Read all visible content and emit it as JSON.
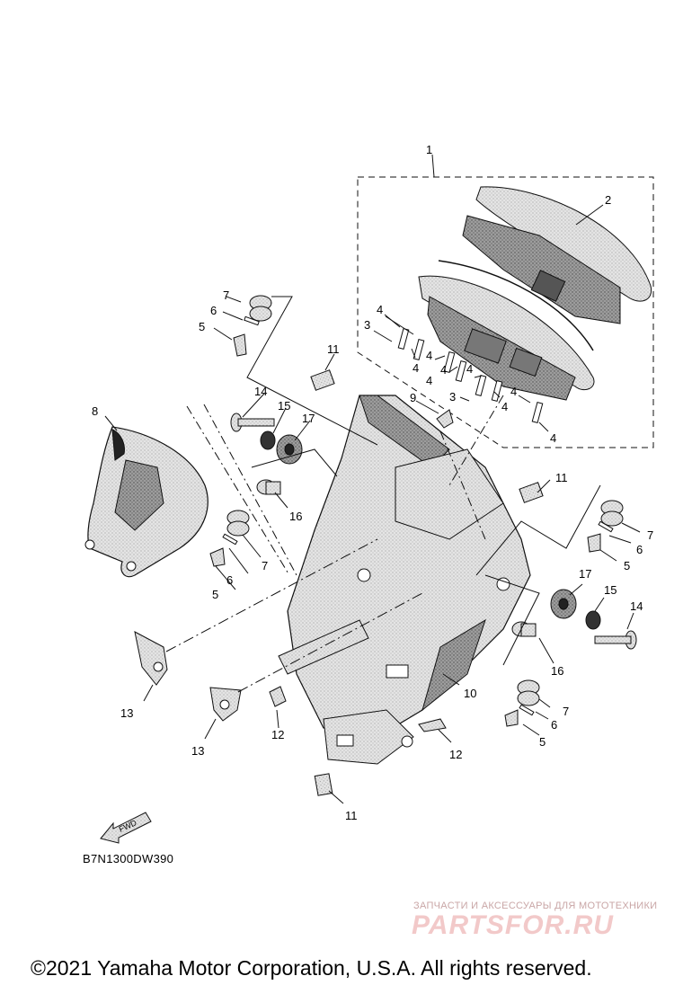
{
  "diagram": {
    "callouts": [
      {
        "id": "c1",
        "text": "1"
      },
      {
        "id": "c2",
        "text": "2"
      },
      {
        "id": "c3a",
        "text": "3"
      },
      {
        "id": "c3b",
        "text": "3"
      },
      {
        "id": "c4a",
        "text": "4"
      },
      {
        "id": "c4b",
        "text": "4"
      },
      {
        "id": "c4c",
        "text": "4"
      },
      {
        "id": "c4d",
        "text": "4"
      },
      {
        "id": "c4e",
        "text": "4"
      },
      {
        "id": "c4f",
        "text": "4"
      },
      {
        "id": "c4g",
        "text": "4"
      },
      {
        "id": "c4h",
        "text": "4"
      },
      {
        "id": "c4i",
        "text": "4"
      },
      {
        "id": "c5a",
        "text": "5"
      },
      {
        "id": "c5b",
        "text": "5"
      },
      {
        "id": "c5c",
        "text": "5"
      },
      {
        "id": "c5d",
        "text": "5"
      },
      {
        "id": "c6a",
        "text": "6"
      },
      {
        "id": "c6b",
        "text": "6"
      },
      {
        "id": "c6c",
        "text": "6"
      },
      {
        "id": "c6d",
        "text": "6"
      },
      {
        "id": "c7a",
        "text": "7"
      },
      {
        "id": "c7b",
        "text": "7"
      },
      {
        "id": "c7c",
        "text": "7"
      },
      {
        "id": "c7d",
        "text": "7"
      },
      {
        "id": "c8",
        "text": "8"
      },
      {
        "id": "c9",
        "text": "9"
      },
      {
        "id": "c10",
        "text": "10"
      },
      {
        "id": "c11a",
        "text": "11"
      },
      {
        "id": "c11b",
        "text": "11"
      },
      {
        "id": "c11c",
        "text": "11"
      },
      {
        "id": "c12a",
        "text": "12"
      },
      {
        "id": "c12b",
        "text": "12"
      },
      {
        "id": "c13a",
        "text": "13"
      },
      {
        "id": "c13b",
        "text": "13"
      },
      {
        "id": "c14a",
        "text": "14"
      },
      {
        "id": "c14b",
        "text": "14"
      },
      {
        "id": "c15a",
        "text": "15"
      },
      {
        "id": "c15b",
        "text": "15"
      },
      {
        "id": "c16a",
        "text": "16"
      },
      {
        "id": "c16b",
        "text": "16"
      },
      {
        "id": "c17a",
        "text": "17"
      },
      {
        "id": "c17b",
        "text": "17"
      }
    ],
    "fwd_label": "FWD",
    "ref_code": "B7N1300DW390"
  },
  "watermark": {
    "tagline": "ЗАПЧАСТИ И АКСЕССУАРЫ ДЛЯ МОТОТЕХНИКИ",
    "logo": "PARTSFOR.RU"
  },
  "footer": {
    "copyright": "©2021 Yamaha Motor Corporation, U.S.A. All rights reserved."
  },
  "colors": {
    "line": "#111111",
    "part_fill": "#d9d9d9",
    "part_dark": "#8c8c8c",
    "watermark": "#f2c9c9"
  }
}
